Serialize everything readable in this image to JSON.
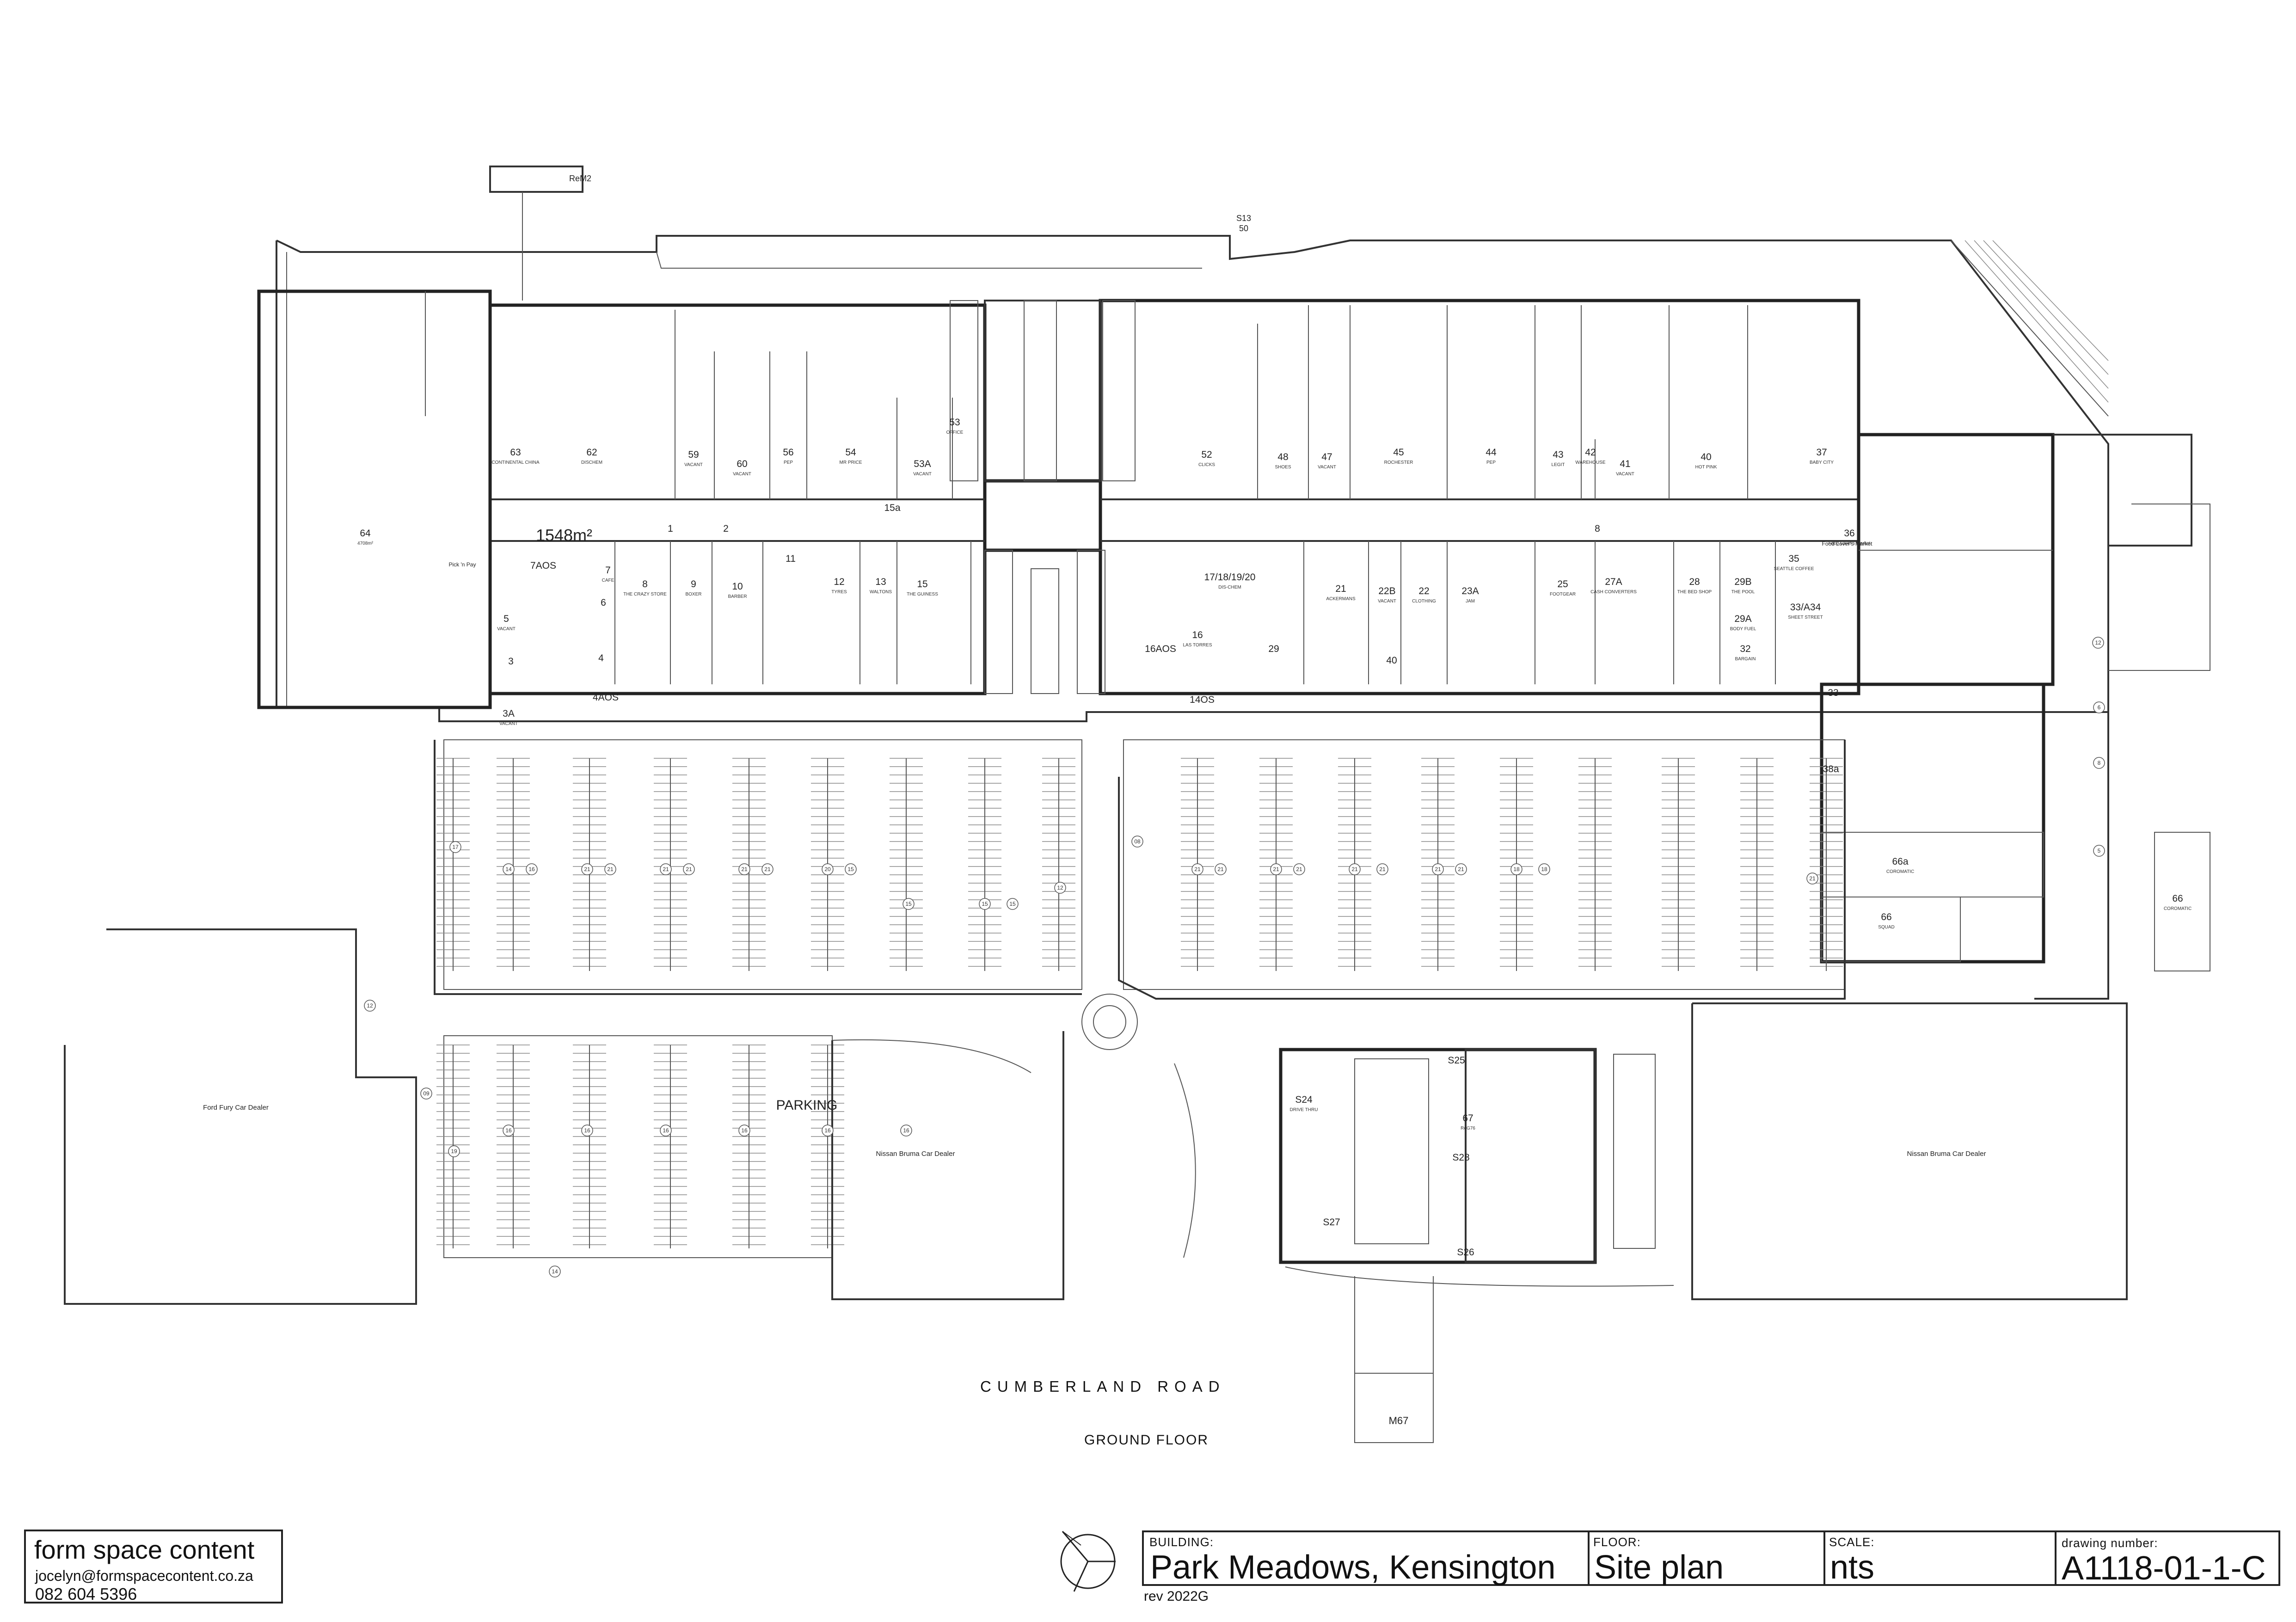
{
  "drawing": {
    "street_name": "CUMBERLAND ROAD",
    "floor_label": "GROUND FLOOR",
    "parking_label": "PARKING"
  },
  "firm": {
    "name": "form space content",
    "email": "jocelyn@formspacecontent.co.za",
    "phone": "082 604 5396"
  },
  "title_block": {
    "building_label": "BUILDING:",
    "building_value": "Park Meadows, Kensington",
    "floor_label": "FLOOR:",
    "floor_value": "Site plan",
    "scale_label": "SCALE:",
    "scale_value": "nts",
    "drawing_number_label": "drawing number:",
    "drawing_number_value": "A1118-01-1-C",
    "revision": "rev 2022G"
  },
  "site_labels": {
    "ford_dealer": "Ford Fury Car Dealer",
    "nissan_dealer_left": "Nissan Bruma Car Dealer",
    "nissan_dealer_right": "Nissan Bruma Car Dealer",
    "pick_n_pay": "Pick 'n Pay",
    "food_lovers": "Food Lover's Market",
    "big_area": "1548m²",
    "rem2": "ReM2",
    "m67": "M67",
    "s13": "S13",
    "fifty": "50"
  },
  "units_top": [
    {
      "no": "64",
      "text": "4708m²"
    },
    {
      "no": "63",
      "text": "CONTINENTAL CHINA"
    },
    {
      "no": "62",
      "text": "DISCHEM"
    },
    {
      "no": "59",
      "text": "VACANT"
    },
    {
      "no": "60",
      "text": "VACANT"
    },
    {
      "no": "56",
      "text": "PEP"
    },
    {
      "no": "54",
      "text": "MR PRICE"
    },
    {
      "no": "53A",
      "text": "VACANT"
    },
    {
      "no": "53",
      "text": "OFFICE"
    },
    {
      "no": "52",
      "text": "CLICKS"
    },
    {
      "no": "48",
      "text": "SHOES"
    },
    {
      "no": "47",
      "text": "VACANT"
    },
    {
      "no": "45",
      "text": "ROCHESTER"
    },
    {
      "no": "44",
      "text": "PEP"
    },
    {
      "no": "43",
      "text": "LEGIT"
    },
    {
      "no": "42",
      "text": "WAREHOUSE"
    },
    {
      "no": "41",
      "text": "VACANT"
    },
    {
      "no": "40",
      "text": "HOT PINK"
    },
    {
      "no": "37",
      "text": "BABY CITY"
    },
    {
      "no": "36",
      "text": "Food Lover's Market"
    }
  ],
  "units_bottom": [
    {
      "no": "7AOS",
      "text": ""
    },
    {
      "no": "7",
      "text": "CAFE"
    },
    {
      "no": "6",
      "text": ""
    },
    {
      "no": "5",
      "text": "VACANT"
    },
    {
      "no": "8",
      "text": "THE CRAZY STORE"
    },
    {
      "no": "9",
      "text": "BOXER"
    },
    {
      "no": "10",
      "text": "BARBER"
    },
    {
      "no": "11",
      "text": ""
    },
    {
      "no": "12",
      "text": "TYRES"
    },
    {
      "no": "13",
      "text": "WALTONS"
    },
    {
      "no": "15",
      "text": "THE GUINESS"
    },
    {
      "no": "15a",
      "text": ""
    },
    {
      "no": "4",
      "text": ""
    },
    {
      "no": "4AOS",
      "text": ""
    },
    {
      "no": "3",
      "text": ""
    },
    {
      "no": "3A",
      "text": "VACANT"
    },
    {
      "no": "17/18/19/20",
      "text": "DIS-CHEM"
    },
    {
      "no": "16",
      "text": "LAS TORRES"
    },
    {
      "no": "16AOS",
      "text": ""
    },
    {
      "no": "14OS",
      "text": ""
    },
    {
      "no": "29",
      "text": ""
    },
    {
      "no": "21",
      "text": "ACKERMANS"
    },
    {
      "no": "22B",
      "text": "VACANT"
    },
    {
      "no": "22",
      "text": "CLOTHING"
    },
    {
      "no": "23A",
      "text": "JAM"
    },
    {
      "no": "40",
      "text": ""
    },
    {
      "no": "25",
      "text": "FOOTGEAR"
    },
    {
      "no": "27A",
      "text": "CASH CONVERTERS"
    },
    {
      "no": "28",
      "text": "THE BED SHOP"
    },
    {
      "no": "29B",
      "text": "THE POOL"
    },
    {
      "no": "29A",
      "text": "BODY FUEL"
    },
    {
      "no": "32",
      "text": "BARGAIN"
    },
    {
      "no": "35",
      "text": "SEATTLE COFFEE"
    },
    {
      "no": "33/A34",
      "text": "SHEET STREET"
    },
    {
      "no": "33",
      "text": ""
    },
    {
      "no": "2",
      "text": ""
    },
    {
      "no": "1",
      "text": ""
    },
    {
      "no": "8",
      "text": ""
    }
  ],
  "units_south": [
    {
      "no": "66a",
      "text": "COROMATIC"
    },
    {
      "no": "66",
      "text": "SQUAD"
    },
    {
      "no": "66",
      "text": "COROMATIC"
    },
    {
      "no": "38a",
      "text": ""
    },
    {
      "no": "67",
      "text": "ReG76"
    },
    {
      "no": "S24",
      "text": "DRIVE THRU"
    },
    {
      "no": "S27",
      "text": ""
    },
    {
      "no": "S25",
      "text": ""
    },
    {
      "no": "S26",
      "text": ""
    },
    {
      "no": "S28",
      "text": ""
    }
  ],
  "parking_bays_row1": [
    "14",
    "16",
    "21",
    "21",
    "21",
    "21",
    "21",
    "21",
    "20",
    "15",
    "15",
    "15",
    "15",
    "21",
    "21",
    "21",
    "21",
    "21",
    "21",
    "21",
    "21",
    "18",
    "18"
  ],
  "parking_bays_row2": [
    "16",
    "16",
    "16",
    "16",
    "16",
    "16"
  ],
  "side_bays": [
    "17",
    "12",
    "12",
    "09",
    "19",
    "14",
    "12",
    "08",
    "21",
    "8",
    "5",
    "6"
  ]
}
